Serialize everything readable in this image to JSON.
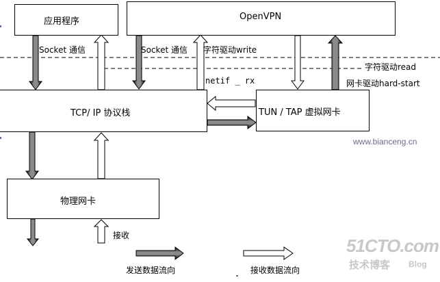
{
  "boxes": {
    "app": "应用程序",
    "openvpn": "OpenVPN",
    "tcpip": "TCP/ IP 协议栈",
    "tuntap": "TUN / TAP 虚拟网卡",
    "nic": "物理网卡"
  },
  "labels": {
    "socket_left": "Socket 通信",
    "socket_right": "Socket 通信",
    "char_write": "字符驱动write",
    "char_read": "字符驱动read",
    "netif_rx": "netif _ rx",
    "nic_hard_start": "网卡驱动hard-start",
    "receive": "接收"
  },
  "legend": {
    "send": "发送数据流向",
    "recv": "接收数据流向"
  },
  "watermarks": {
    "site": "www.bianceng.cn",
    "brand": "51CTO.com",
    "brand_sub": "技术博客",
    "brand_blog": "Blog"
  }
}
